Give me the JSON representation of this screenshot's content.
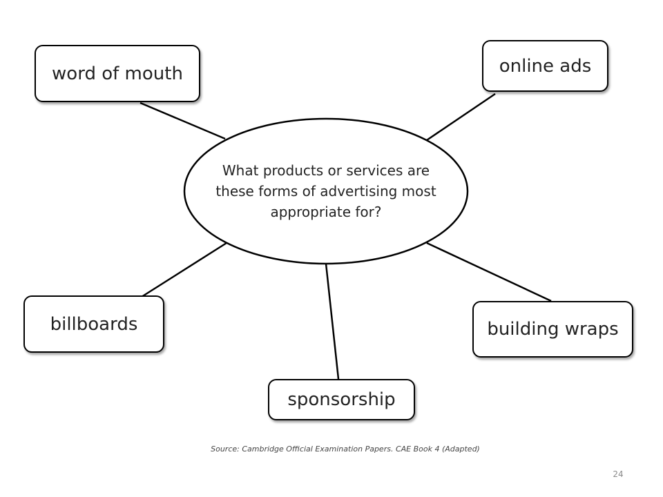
{
  "diagram": {
    "center_question": "What products or services are these forms of advertising most appropriate for?",
    "nodes": [
      {
        "id": "word-of-mouth",
        "label": "word of mouth"
      },
      {
        "id": "online-ads",
        "label": "online ads"
      },
      {
        "id": "billboards",
        "label": "billboards"
      },
      {
        "id": "building-wraps",
        "label": "building wraps"
      },
      {
        "id": "sponsorship",
        "label": "sponsorship"
      }
    ]
  },
  "footer": {
    "source": "Source: Cambridge Official Examination Papers. CAE Book 4 (Adapted)",
    "page_number": "24"
  }
}
